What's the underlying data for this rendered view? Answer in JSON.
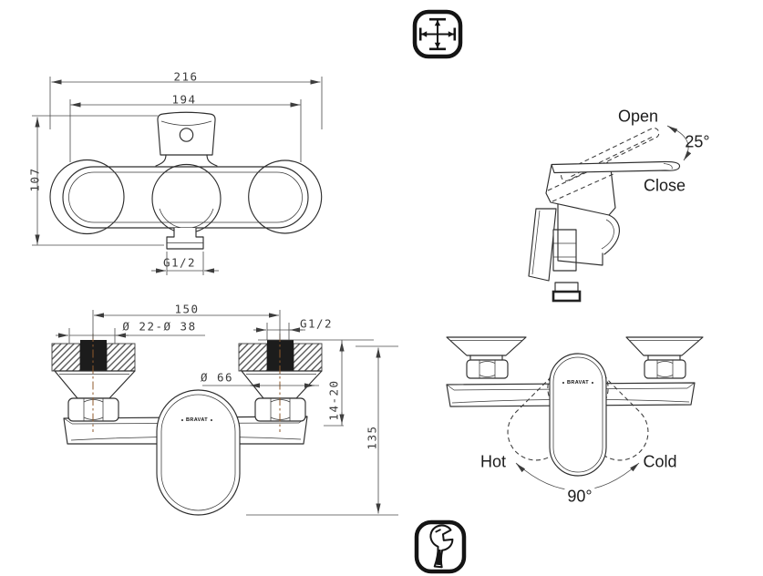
{
  "colors": {
    "background": "#ffffff",
    "line": "#2e2e2e",
    "dimension_line": "#4a4a4a",
    "centerline": "#8f5a2b",
    "label_text": "#1c1c1c",
    "dimension_text": "#3b3b3b"
  },
  "brand_logo": "BRAVAT",
  "icons": {
    "top": "dimension-adjust-icon",
    "bottom": "wrench-icon"
  },
  "front_view": {
    "width_overall": "216",
    "width_body": "194",
    "height": "107",
    "outlet_thread": "G1/2"
  },
  "side_view": {
    "open": "Open",
    "close": "Close",
    "open_angle": "25°"
  },
  "installation_view": {
    "center_distance": "150",
    "hole_range": "Ø 22-Ø 38",
    "thread": "G1/2",
    "escutcheon": "Ø 66",
    "wall_gap": "14-20",
    "total_height": "135"
  },
  "mixing_view": {
    "hot": "Hot",
    "cold": "Cold",
    "swivel_angle": "90°"
  }
}
